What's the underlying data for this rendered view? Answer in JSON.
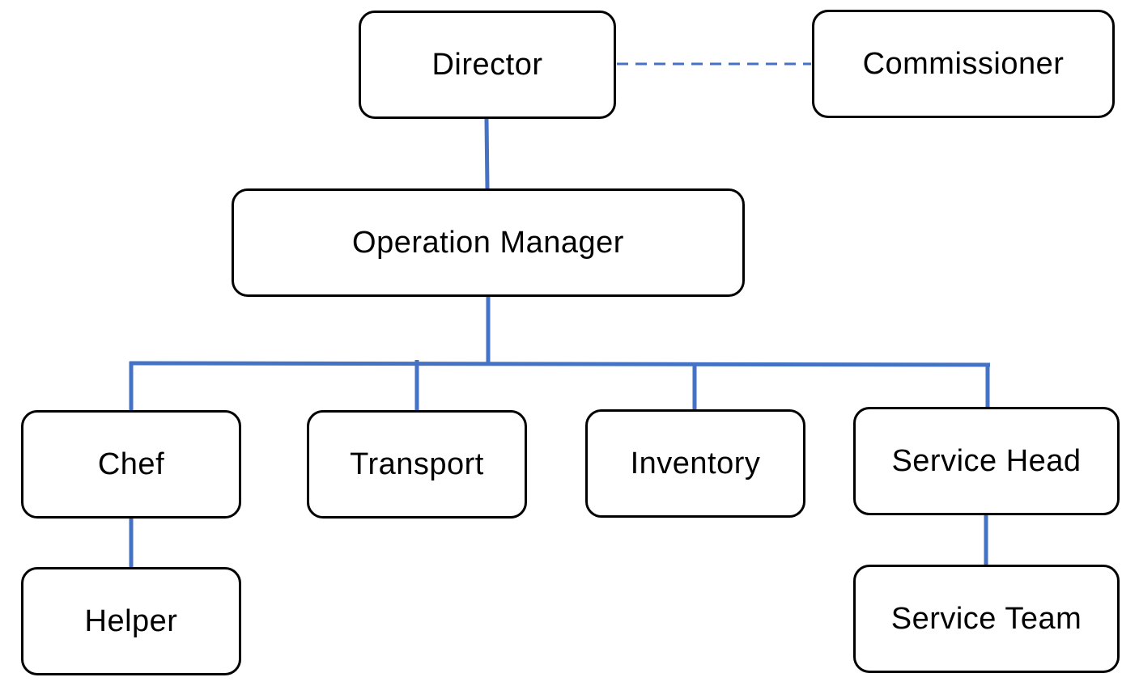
{
  "diagram": {
    "connector_color": "#4472C4",
    "nodes": {
      "director": "Director",
      "commissioner": "Commissioner",
      "operation_manager": "Operation Manager",
      "chef": "Chef",
      "transport": "Transport",
      "inventory": "Inventory",
      "service_head": "Service Head",
      "helper": "Helper",
      "service_team": "Service Team"
    },
    "edges": [
      {
        "from": "Director",
        "to": "Commissioner",
        "style": "dashed"
      },
      {
        "from": "Director",
        "to": "Operation Manager",
        "style": "solid"
      },
      {
        "from": "Operation Manager",
        "to": "Chef",
        "style": "solid"
      },
      {
        "from": "Operation Manager",
        "to": "Transport",
        "style": "solid"
      },
      {
        "from": "Operation Manager",
        "to": "Inventory",
        "style": "solid"
      },
      {
        "from": "Operation Manager",
        "to": "Service Head",
        "style": "solid"
      },
      {
        "from": "Chef",
        "to": "Helper",
        "style": "solid"
      },
      {
        "from": "Service Head",
        "to": "Service Team",
        "style": "solid"
      }
    ]
  }
}
